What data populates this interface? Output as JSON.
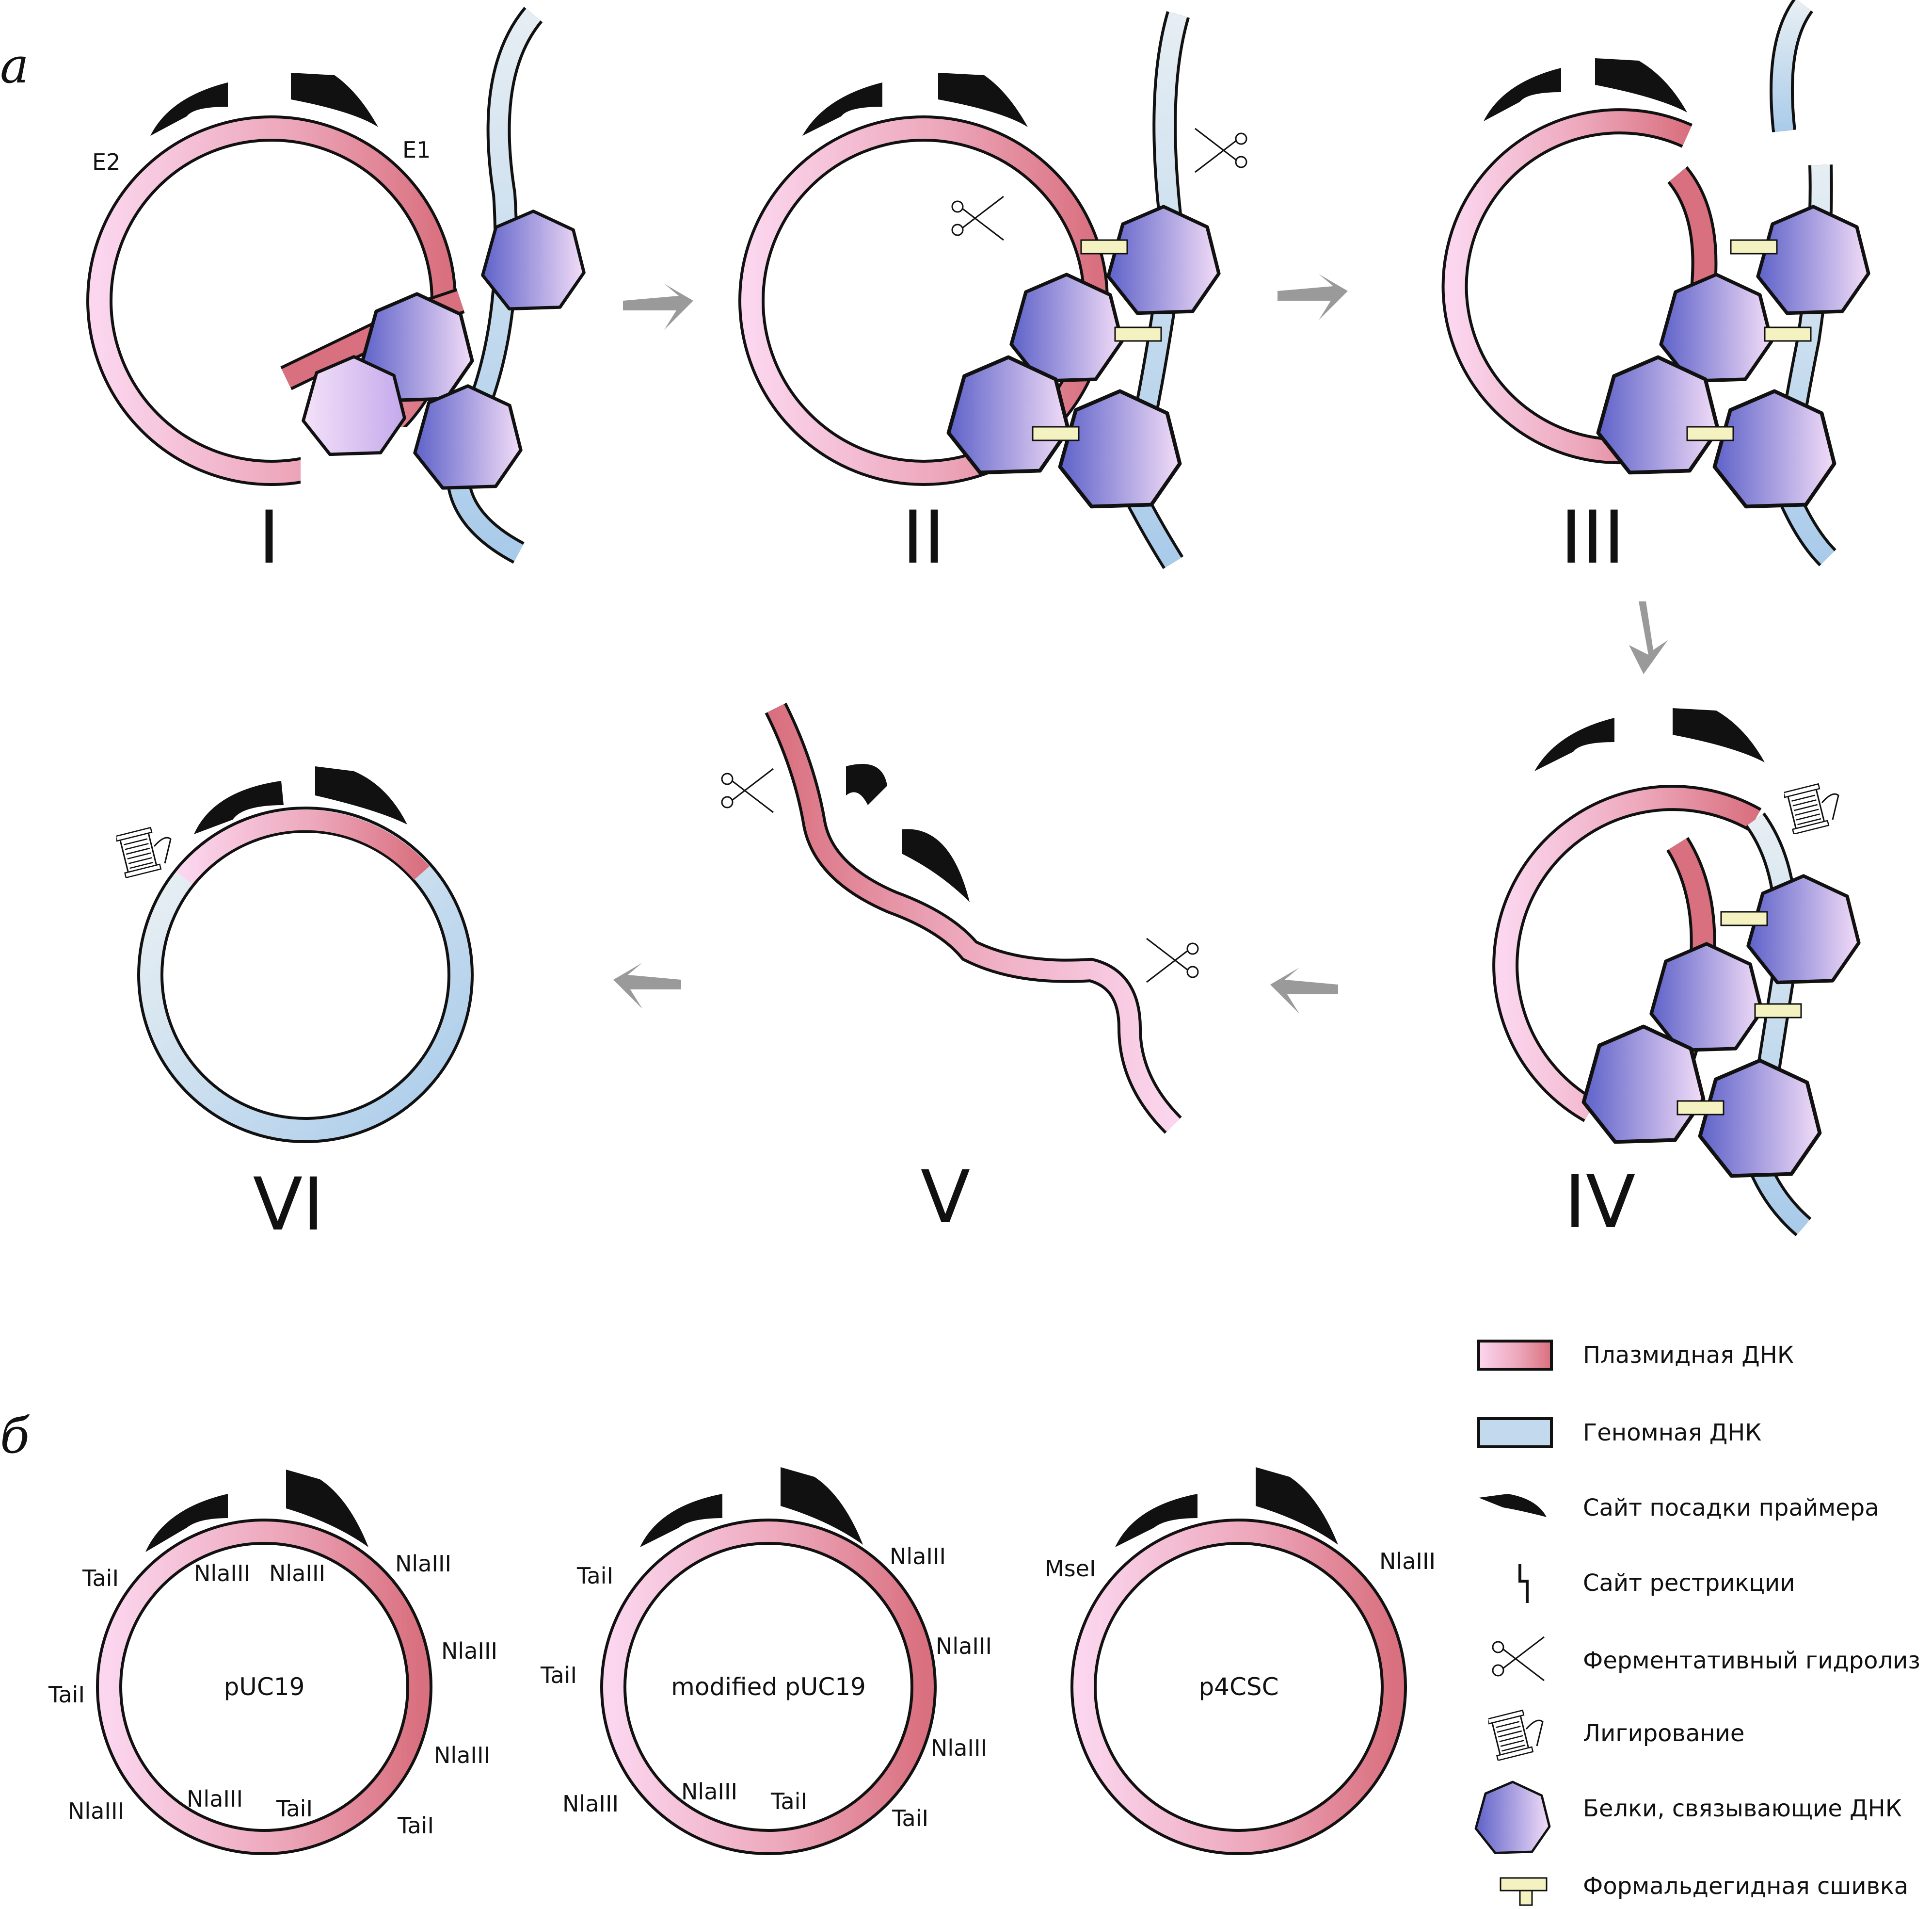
{
  "panels": {
    "a": "а",
    "b": "б"
  },
  "stages": {
    "I": "I",
    "II": "II",
    "III": "III",
    "IV": "IV",
    "V": "V",
    "VI": "VI"
  },
  "panel_a": {
    "site_e1": "E1",
    "site_e2": "E2"
  },
  "plasmids": [
    {
      "name": "pUC19",
      "sites": [
        "TaiI",
        "TaiI",
        "NlaIII",
        "NlaIII",
        "TaiI",
        "TaiI",
        "NlaIII",
        "NlaIII",
        "NlaIII",
        "NlaIII",
        "NlaIII"
      ]
    },
    {
      "name": "modified pUC19",
      "sites": [
        "TaiI",
        "TaiI",
        "NlaIII",
        "NlaIII",
        "TaiI",
        "TaiI",
        "NlaIII",
        "NlaIII",
        "NlaIII"
      ]
    },
    {
      "name": "p4CSC",
      "sites": [
        "MseI",
        "NlaIII"
      ]
    }
  ],
  "legend": [
    {
      "icon": "plasmid-dna-swatch",
      "label": "Плазмидная ДНК"
    },
    {
      "icon": "genomic-dna-swatch",
      "label": "Геномная ДНК"
    },
    {
      "icon": "primer-arrow-icon",
      "label": "Сайт посадки праймера"
    },
    {
      "icon": "restriction-site-icon",
      "label": "Сайт рестрикции"
    },
    {
      "icon": "scissors-icon",
      "label": "Ферментативный гидролиз"
    },
    {
      "icon": "spool-icon",
      "label": "Лигирование"
    },
    {
      "icon": "protein-icon",
      "label": "Белки, связывающие ДНК"
    },
    {
      "icon": "crosslink-icon",
      "label": "Формальдегидная сшивка"
    }
  ],
  "colors": {
    "plasmid_light": "#fbd3ec",
    "plasmid_dark": "#d9707f",
    "genomic_light": "#dbe9f3",
    "genomic_dark": "#a9cbea",
    "protein_light": "#f0d8f6",
    "protein_dark": "#6f6fcf",
    "crosslink": "#f4f2c0",
    "arrow_gray": "#9a9a9a",
    "outline": "#111111"
  }
}
